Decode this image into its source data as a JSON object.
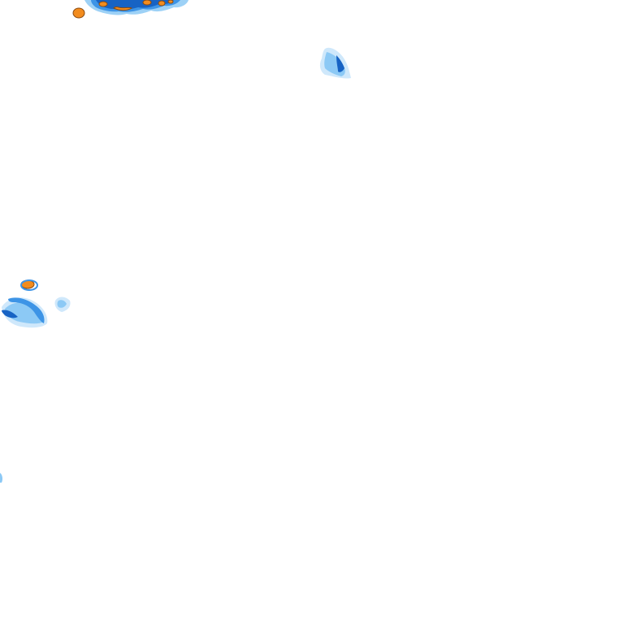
{
  "map": {
    "kind": "precipitation-radar-tile",
    "background_color": "#ffffff",
    "intensity_colors": {
      "very_light": "#cfe8fb",
      "light": "#8cc9f5",
      "moderate": "#3d94e6",
      "strong": "#1763c4",
      "heavy": "#f28c1e",
      "heavy_outline": "#8a4a10"
    },
    "echoes": [
      {
        "name": "top-left-cluster",
        "intensities": [
          "light",
          "moderate",
          "strong",
          "heavy"
        ]
      },
      {
        "name": "top-center-patch",
        "intensities": [
          "very_light",
          "light",
          "strong"
        ]
      },
      {
        "name": "left-middle-cluster",
        "intensities": [
          "very_light",
          "light",
          "moderate",
          "strong",
          "heavy"
        ]
      },
      {
        "name": "left-middle-small-patch",
        "intensities": [
          "very_light",
          "light"
        ]
      },
      {
        "name": "left-edge-speck",
        "intensities": [
          "light"
        ]
      }
    ]
  }
}
